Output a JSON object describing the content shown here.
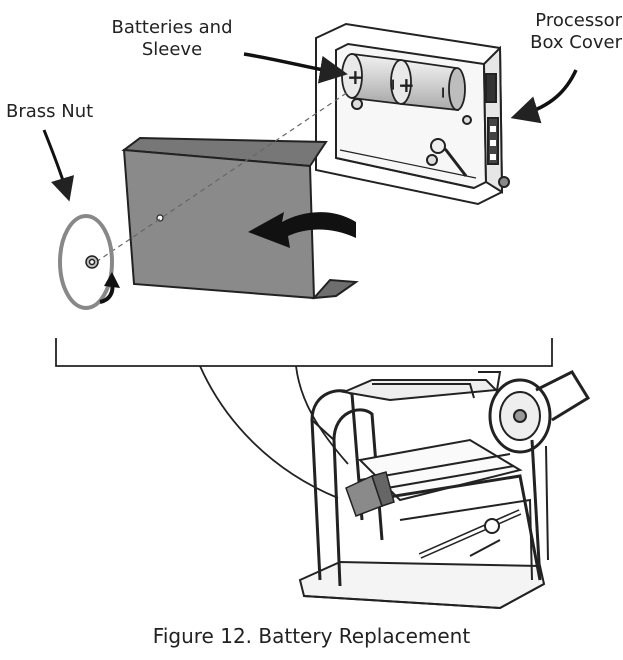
{
  "labels": {
    "batteries_line1": "Batteries and",
    "batteries_line2": "Sleeve",
    "processor_line1": "Processor",
    "processor_line2": "Box Cover",
    "brass_nut": "Brass Nut"
  },
  "caption": "Figure 12. Battery Replacement",
  "battery_polarity": {
    "positive": "+",
    "negative": "−"
  },
  "colors": {
    "ink": "#222222",
    "cover_fill": "#8a8a8a",
    "cover_shadow": "#6e6e6e",
    "battery_fill": "#d6d6d6",
    "frame_fill": "#ffffff"
  }
}
